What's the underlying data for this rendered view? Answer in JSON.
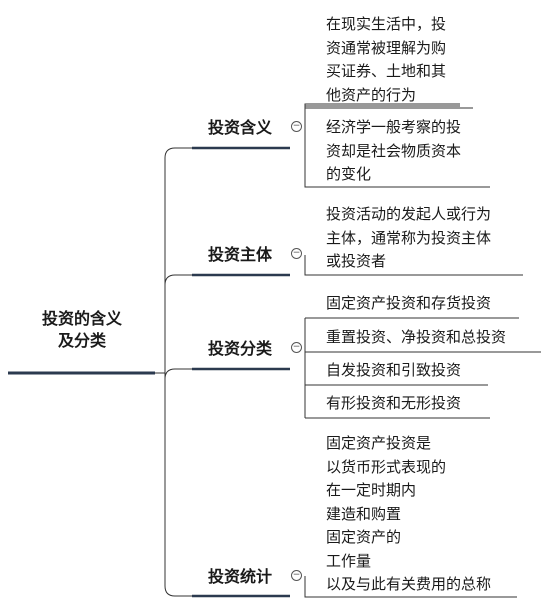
{
  "root": {
    "line1": "投资的含义",
    "line2": "及分类"
  },
  "branches": [
    {
      "label": "投资含义",
      "children": [
        {
          "lines": [
            "在现实生活中，投",
            "资通常被理解为购",
            "买证券、土地和其",
            "他资产的行为"
          ]
        },
        {
          "lines": [
            "经济学一般考察的投",
            "资却是社会物质资本",
            "的变化"
          ]
        }
      ]
    },
    {
      "label": "投资主体",
      "children": [
        {
          "lines": [
            "投资活动的发起人或行为",
            "主体，通常称为投资主体",
            "或投资者"
          ]
        }
      ]
    },
    {
      "label": "投资分类",
      "children": [
        {
          "lines": [
            "固定资产投资和存货投资"
          ]
        },
        {
          "lines": [
            "重置投资、净投资和总投资"
          ]
        },
        {
          "lines": [
            "自发投资和引致投资"
          ]
        },
        {
          "lines": [
            "有形投资和无形投资"
          ]
        }
      ]
    },
    {
      "label": "投资统计",
      "children": [
        {
          "lines": [
            "固定资产投资是",
            "以货币形式表现的",
            "在一定时期内",
            "建造和购置",
            "固定资产的",
            "工作量",
            "以及与此有关费用的总称"
          ]
        }
      ]
    }
  ],
  "colors": {
    "root_underline": "#2b3a4f",
    "branch_underline": "#2b3a4f",
    "line": "#333333"
  }
}
